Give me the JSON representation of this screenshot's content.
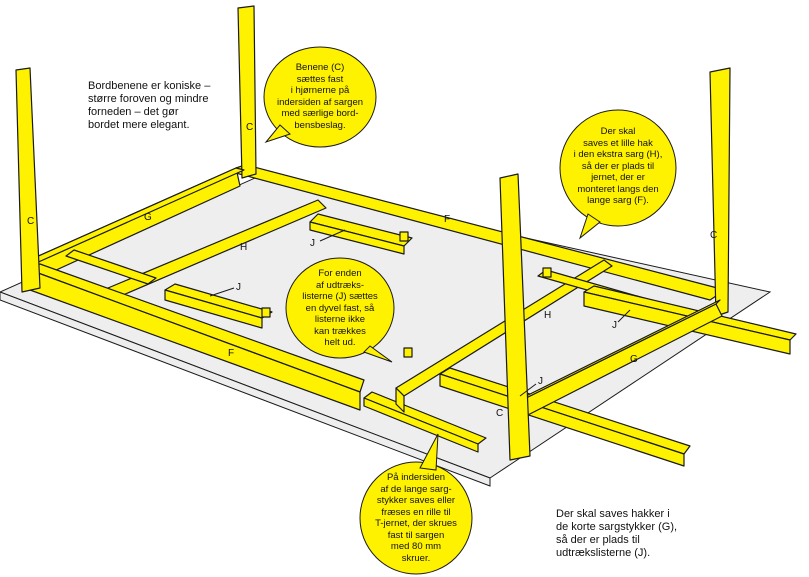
{
  "colors": {
    "wood": "#fff200",
    "outline": "#1a1a1a",
    "platform": "#eeeeee",
    "bubble": "#fff200"
  },
  "notes": {
    "legs_tapered": "Bordbenene er koniske –\nstørre foroven og mindre\nforneden – det gør\nbordet mere elegant.",
    "notches_g": "Der skal saves hakker i\nde korte sargstykker (G),\nså der er plads til\nudtræks­listerne (J)."
  },
  "bubbles": {
    "legs_fixed": "Benene (C)\nsættes fast\ni hjørnerne på\nindersiden af sargen\nmed særlige bord-\nbensbeslag.",
    "notch_h": "Der skal\nsaves et lille hak\ni den ekstra sarg (H),\nså der er plads til\njernet, der er\nmonteret langs den\nlange sarg (F).",
    "dowel_j": "For enden\naf udtræks-\nlisterne (J) sættes\nen dyvel fast, så\nlisterne ikke\nkan trækkes\nhelt ud.",
    "groove_f": "På indersiden\naf de lange sarg-\nstykker saves eller\nfræses en rille til\nT-jernet, der skrues\nfast til sargen\nmed 80 mm\nskruer."
  },
  "part_labels": {
    "leg": "C",
    "long_apron": "F",
    "short_apron": "G",
    "extra_apron": "H",
    "slide_rail": "J"
  }
}
